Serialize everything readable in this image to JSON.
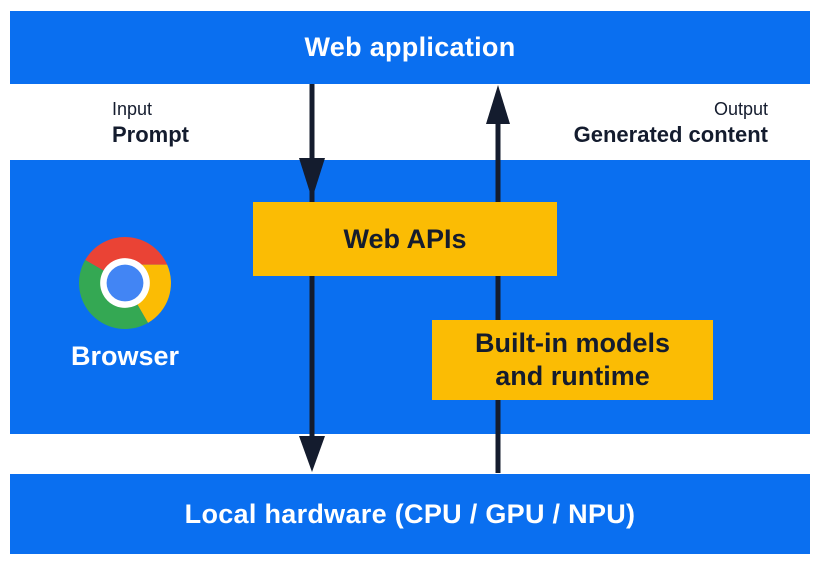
{
  "colors": {
    "band_blue": "#0a6ff0",
    "box_yellow": "#fbbc04",
    "ink_dark": "#141c2e",
    "text_white": "#ffffff",
    "logo_red": "#ea4335",
    "logo_yellow": "#fbbc04",
    "logo_green": "#34a853",
    "logo_blue": "#4285f4"
  },
  "top_band": {
    "label": "Web application"
  },
  "flow_labels": {
    "input": {
      "caption": "Input",
      "value": "Prompt"
    },
    "output": {
      "caption": "Output",
      "value": "Generated content"
    }
  },
  "browser_band": {
    "browser_label": "Browser",
    "web_apis_box": {
      "label": "Web APIs"
    },
    "models_box": {
      "label": "Built-in models and runtime"
    }
  },
  "bottom_band": {
    "label": "Local hardware (CPU / GPU / NPU)"
  },
  "icons": {
    "chrome_logo": "chrome-browser-logo",
    "input_arrow": "arrow-down",
    "output_arrow": "arrow-up"
  }
}
